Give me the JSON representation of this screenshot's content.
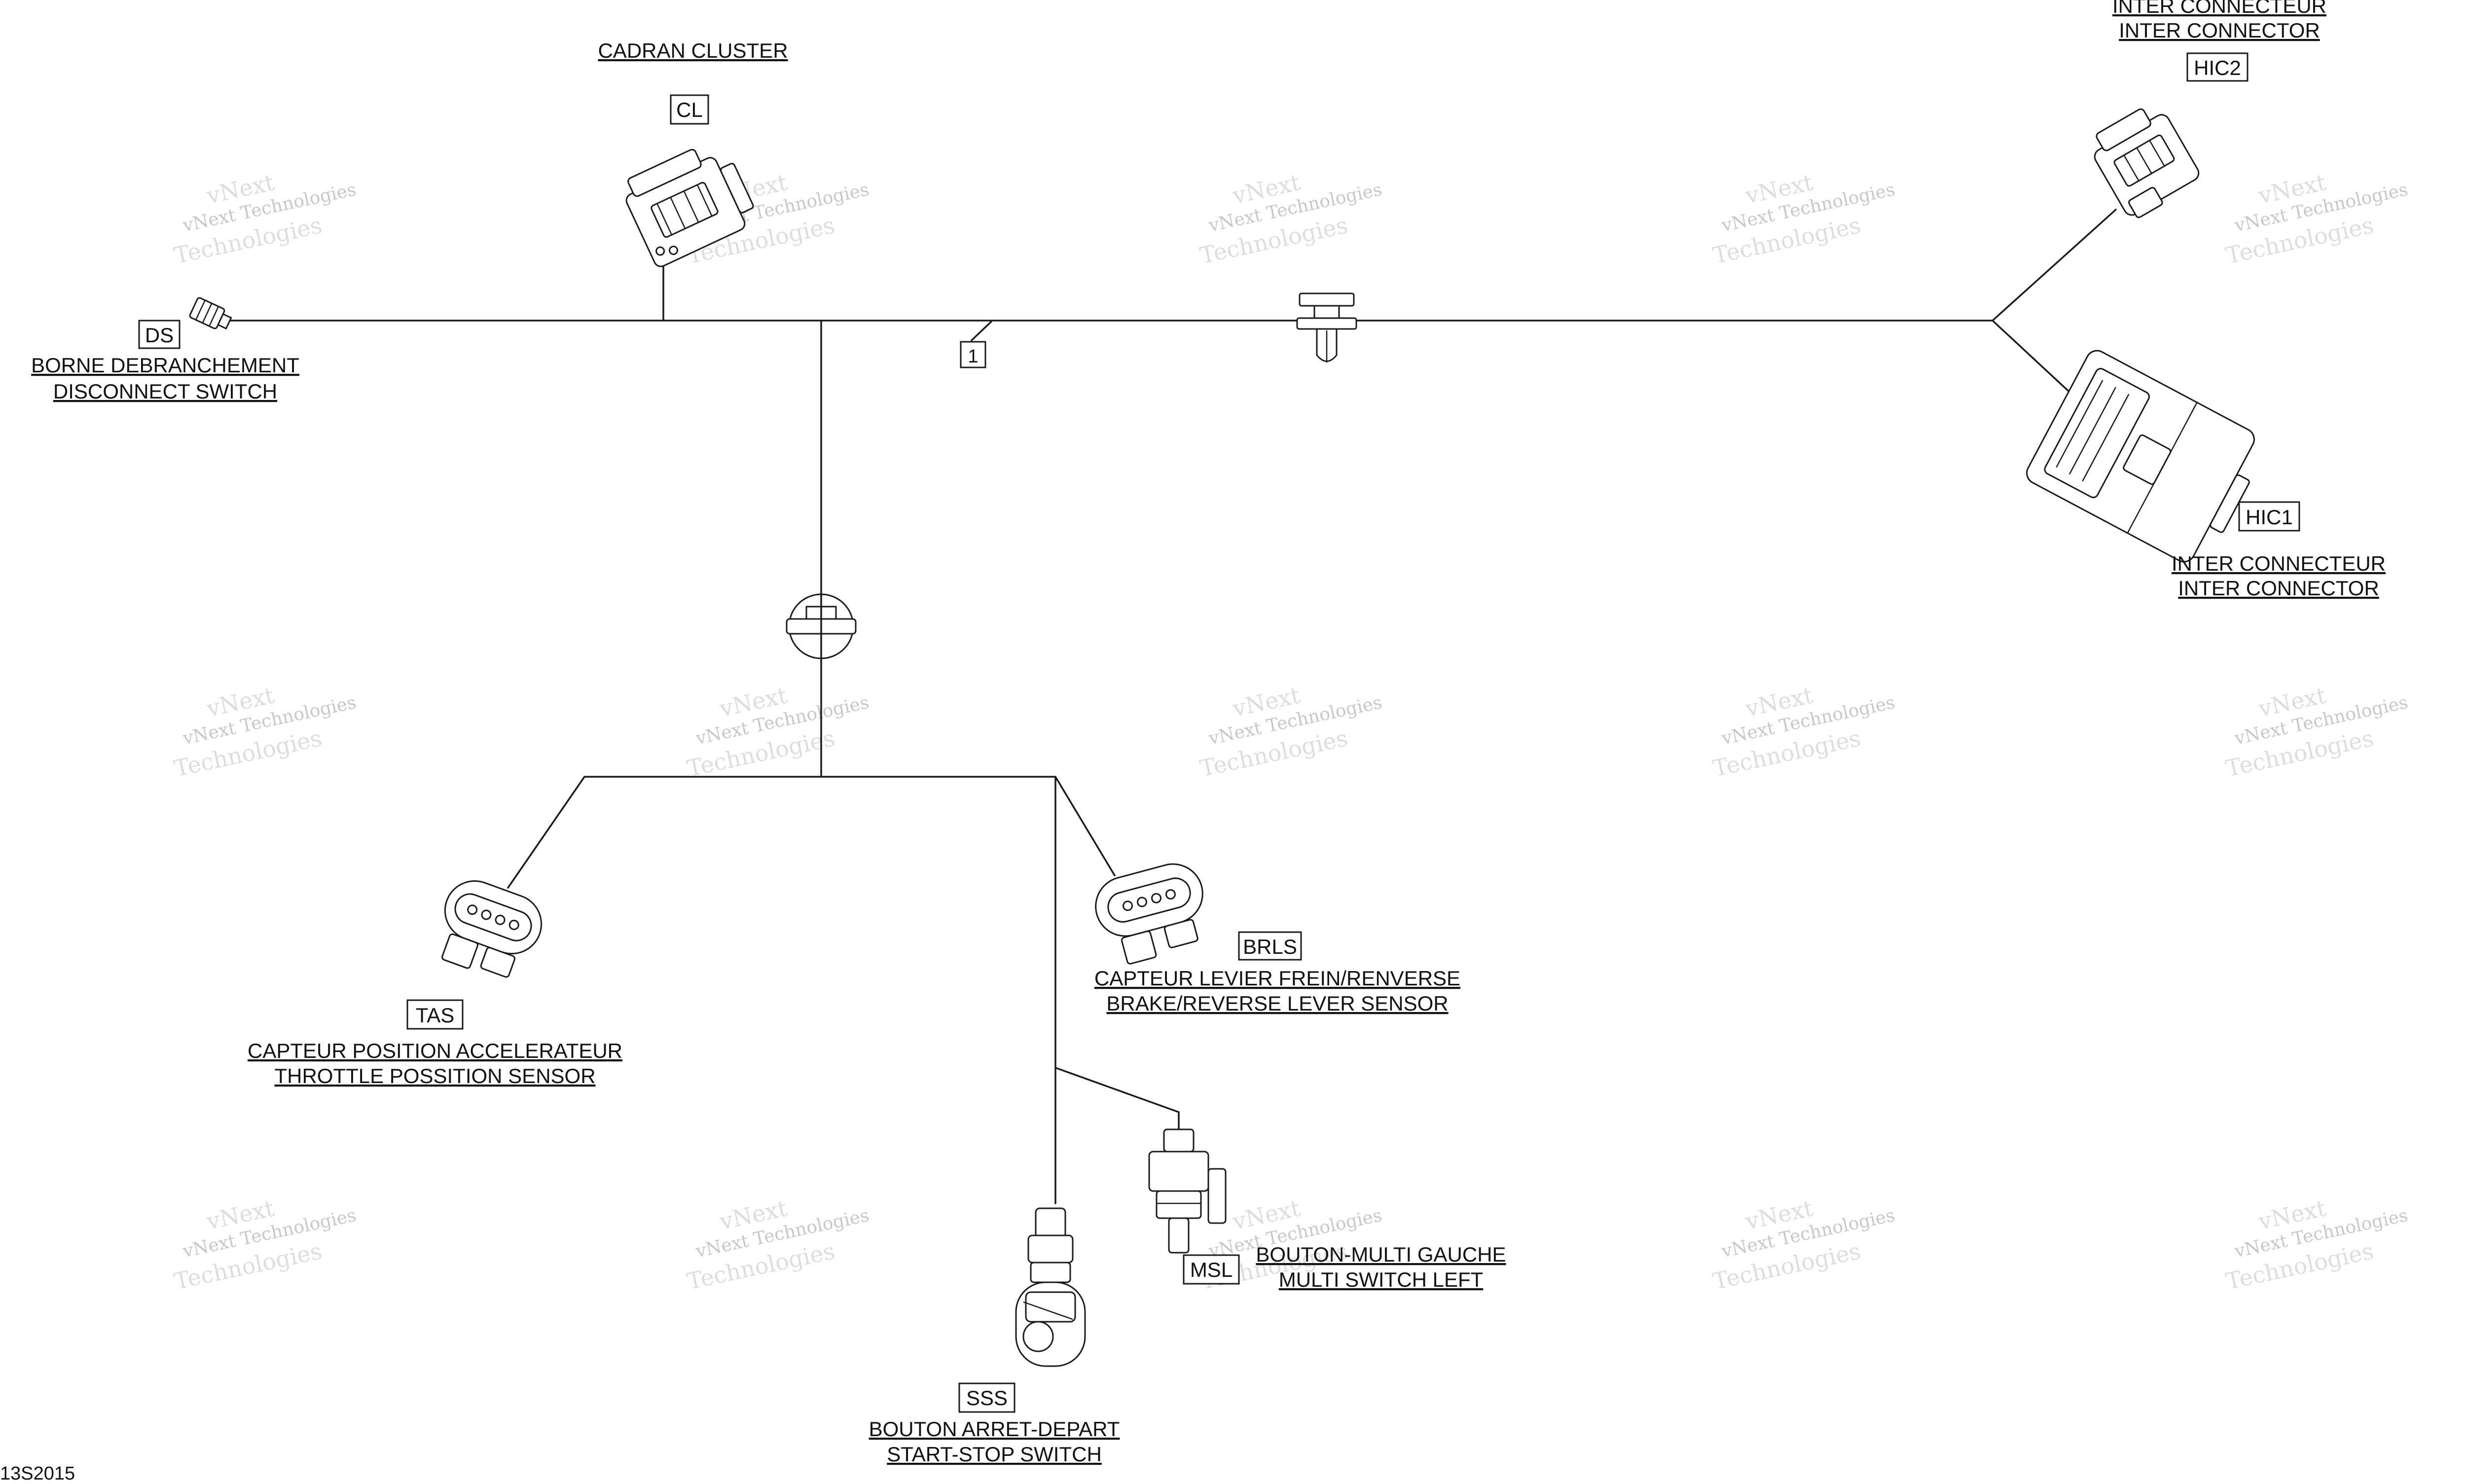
{
  "watermark": {
    "line1": "vNext Technologies",
    "line2": "vNext",
    "line3": "Technologies"
  },
  "reference": "13S2015",
  "connectors": {
    "CL": {
      "code": "CL",
      "label_fr": "CADRAN CLUSTER",
      "label_en": ""
    },
    "DS": {
      "code": "DS",
      "label_fr": "BORNE DEBRANCHEMENT",
      "label_en": "DISCONNECT SWITCH"
    },
    "HIC2": {
      "code": "HIC2",
      "label_fr": "INTER CONNECTEUR",
      "label_en": "INTER CONNECTOR"
    },
    "HIC1": {
      "code": "HIC1",
      "label_fr": "INTER CONNECTEUR",
      "label_en": "INTER CONNECTOR"
    },
    "TAS": {
      "code": "TAS",
      "label_fr": "CAPTEUR POSITION ACCELERATEUR",
      "label_en": "THROTTLE POSSITION SENSOR"
    },
    "BRLS": {
      "code": "BRLS",
      "label_fr": "CAPTEUR LEVIER FREIN/RENVERSE",
      "label_en": "BRAKE/REVERSE LEVER SENSOR"
    },
    "MSL": {
      "code": "MSL",
      "label_fr": "BOUTON-MULTI GAUCHE",
      "label_en": "MULTI SWITCH LEFT"
    },
    "SSS": {
      "code": "SSS",
      "label_fr": "BOUTON ARRET-DEPART",
      "label_en": "START-STOP SWITCH"
    }
  },
  "callout": {
    "number": "1"
  }
}
